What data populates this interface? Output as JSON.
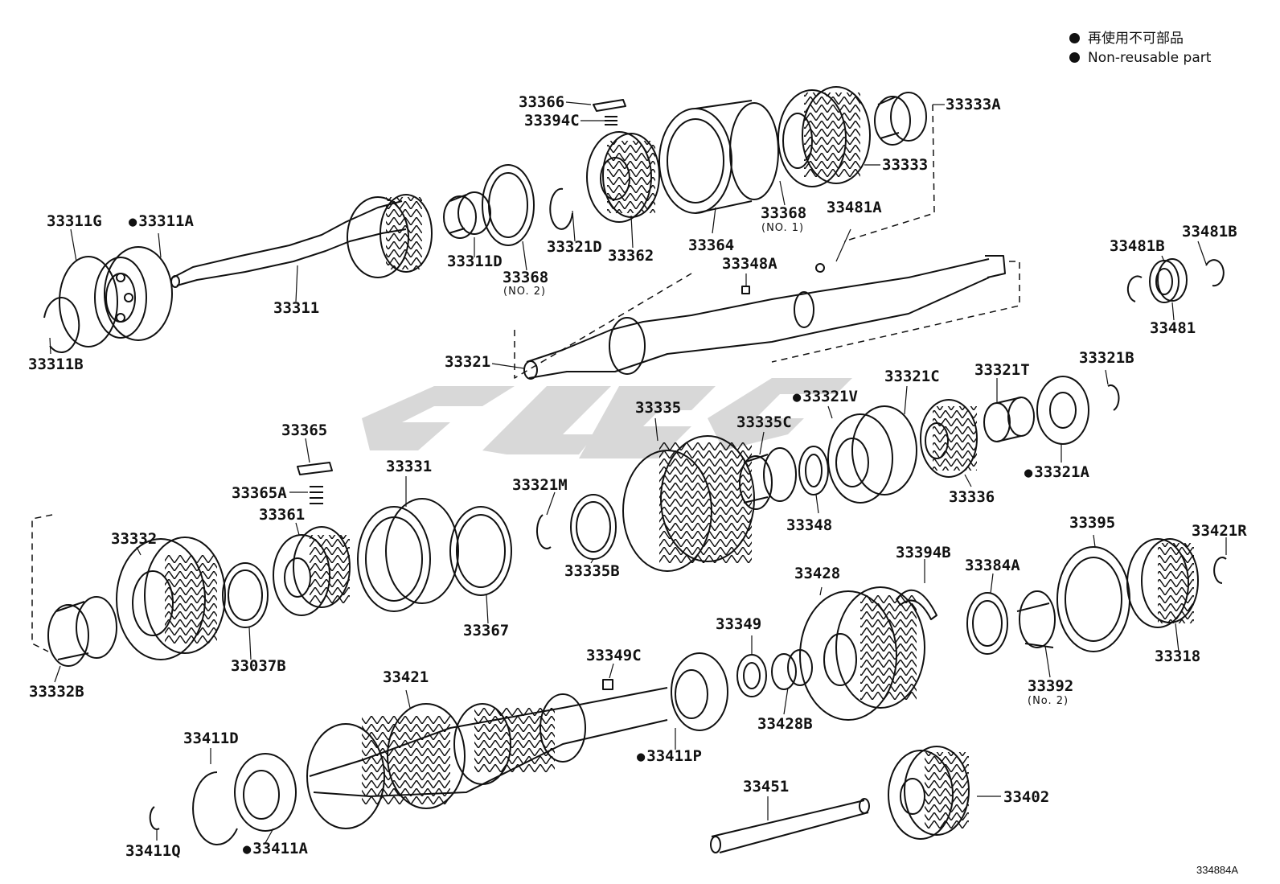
{
  "legend": {
    "line1": "再使用不可部品",
    "line2": "Non-reusable part"
  },
  "diagram_code": "334884A",
  "parts": {
    "p33366": "33366",
    "p33394C": "33394C",
    "p33333A": "33333A",
    "p33333": "33333",
    "p33311G": "33311G",
    "p33311A": "33311A",
    "p33311B": "33311B",
    "p33311": "33311",
    "p33311D": "33311D",
    "p33368_2": "33368",
    "no2": "(NO. 2)",
    "p33321D": "33321D",
    "p33362": "33362",
    "p33364": "33364",
    "p33368_1": "33368",
    "no1": "(NO. 1)",
    "p33481A": "33481A",
    "p33348A": "33348A",
    "p33481B_1": "33481B",
    "p33481B_2": "33481B",
    "p33481": "33481",
    "p33321": "33321",
    "p33321C": "33321C",
    "p33321T": "33321T",
    "p33321B": "33321B",
    "p33335": "33335",
    "p33321V": "33321V",
    "p33335C": "33335C",
    "p33365": "33365",
    "p33365A": "33365A",
    "p33361": "33361",
    "p33331": "33331",
    "p33321M": "33321M",
    "p33321A": "33321A",
    "p33336": "33336",
    "p33348": "33348",
    "p33332": "33332",
    "p33335B": "33335B",
    "p33395": "33395",
    "p33421R": "33421R",
    "p33394B": "33394B",
    "p33384A": "33384A",
    "p33428": "33428",
    "p33367": "33367",
    "p33349": "33349",
    "p33037B": "33037B",
    "p33332B": "33332B",
    "p33349C": "33349C",
    "p33318": "33318",
    "p33392": "33392",
    "no2b": "(No. 2)",
    "p33421": "33421",
    "p33428B": "33428B",
    "p33411D": "33411D",
    "p33411P": "33411P",
    "p33451": "33451",
    "p33402": "33402",
    "p33411Q": "33411Q",
    "p33411A": "33411A"
  }
}
